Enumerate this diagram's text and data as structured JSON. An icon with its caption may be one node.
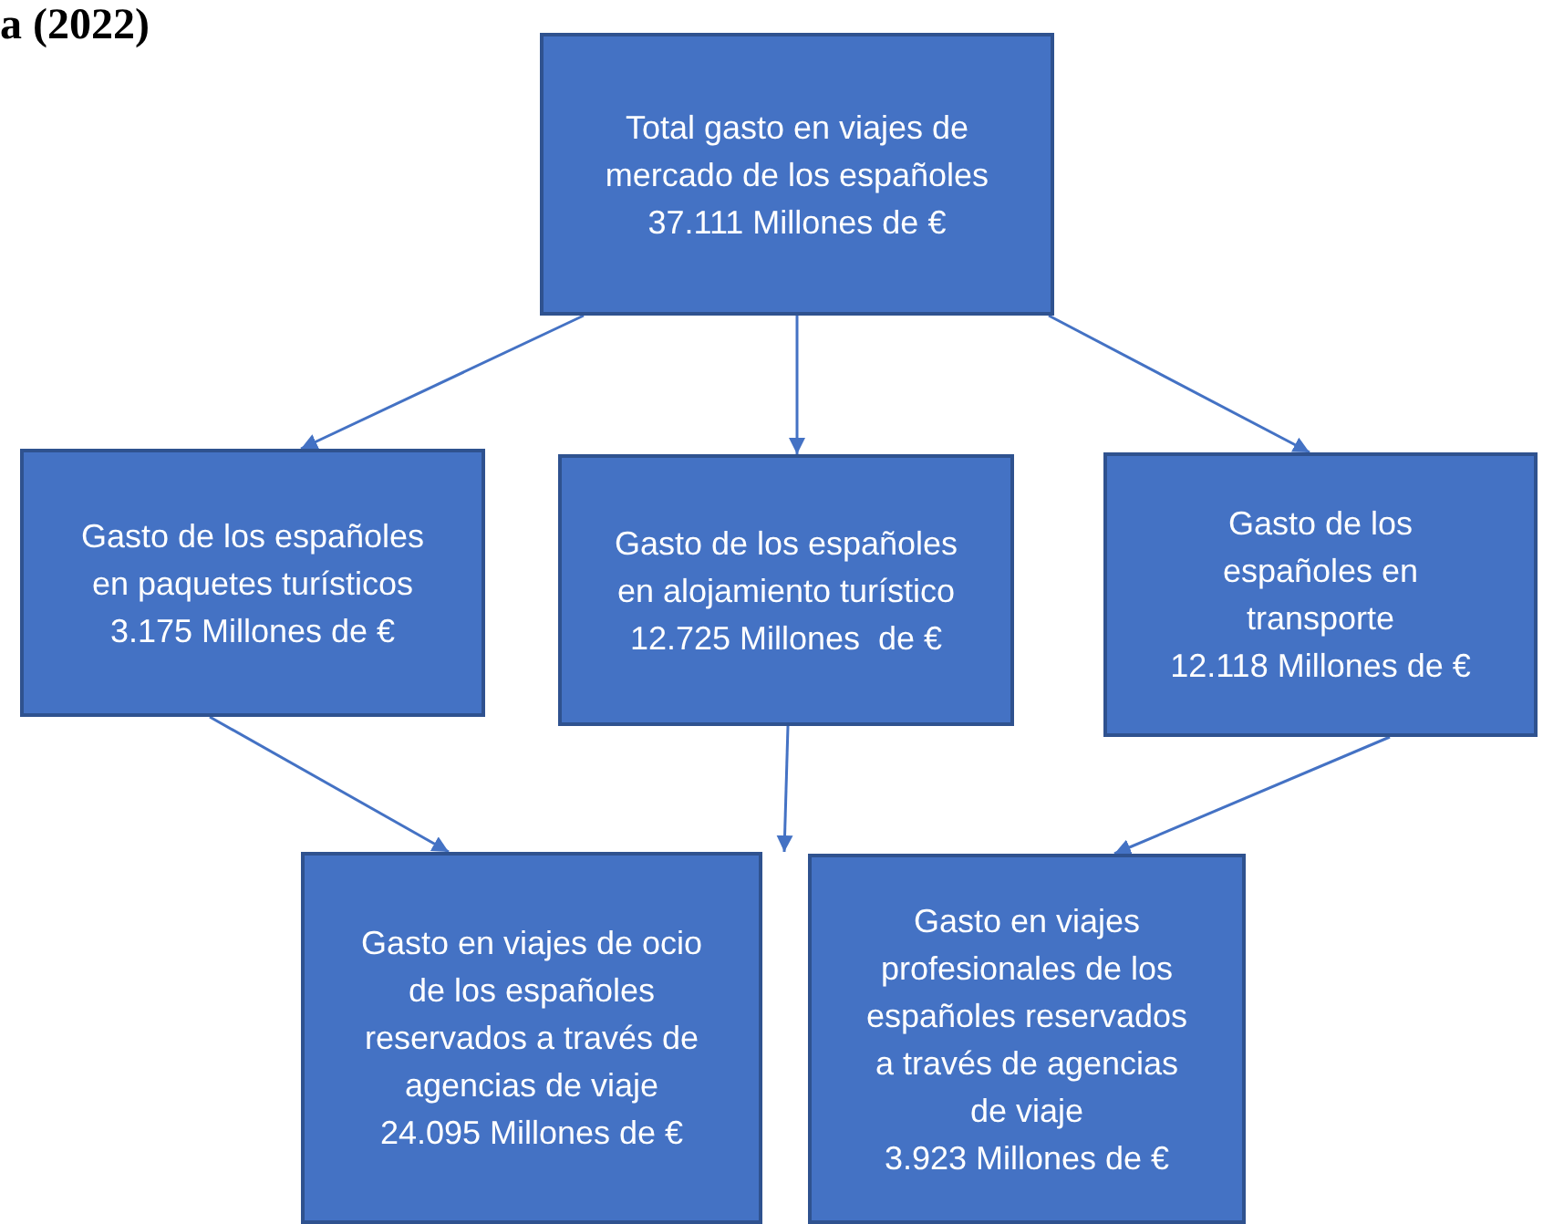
{
  "diagram": {
    "title": "a (2022)",
    "nodes": [
      {
        "text": [
          "Total gasto en viajes de mercado de los españoles",
          "37.111 Millones de €"
        ]
      },
      {
        "text": [
          "Gasto de los españoles en paquetes turísticos",
          "3.175 Millones de €"
        ]
      },
      {
        "text": [
          "Gasto de los españoles en alojamiento turístico",
          "12.725 Millones  de €"
        ]
      },
      {
        "text": [
          "Gasto de los españoles en transporte",
          "12.118 Millones de €"
        ]
      },
      {
        "text": [
          "Gasto en viajes de ocio de los españoles reservados a través de agencias de viaje",
          "24.095 Millones de €"
        ]
      },
      {
        "text": [
          "Gasto en viajes profesionales de los españoles reservados a través de agencias de viaje",
          "3.923 Millones de €"
        ]
      }
    ],
    "edges": [
      {
        "from": 0,
        "to": 1,
        "arrow": "to"
      },
      {
        "from": 0,
        "to": 2,
        "arrow": "to"
      },
      {
        "from": 0,
        "to": 3,
        "arrow": "to"
      },
      {
        "from": 1,
        "to": 4,
        "arrow": "to"
      },
      {
        "from": 2,
        "to": 4,
        "arrow": "to"
      },
      {
        "from": 3,
        "to": 5,
        "arrow": "to"
      }
    ]
  }
}
